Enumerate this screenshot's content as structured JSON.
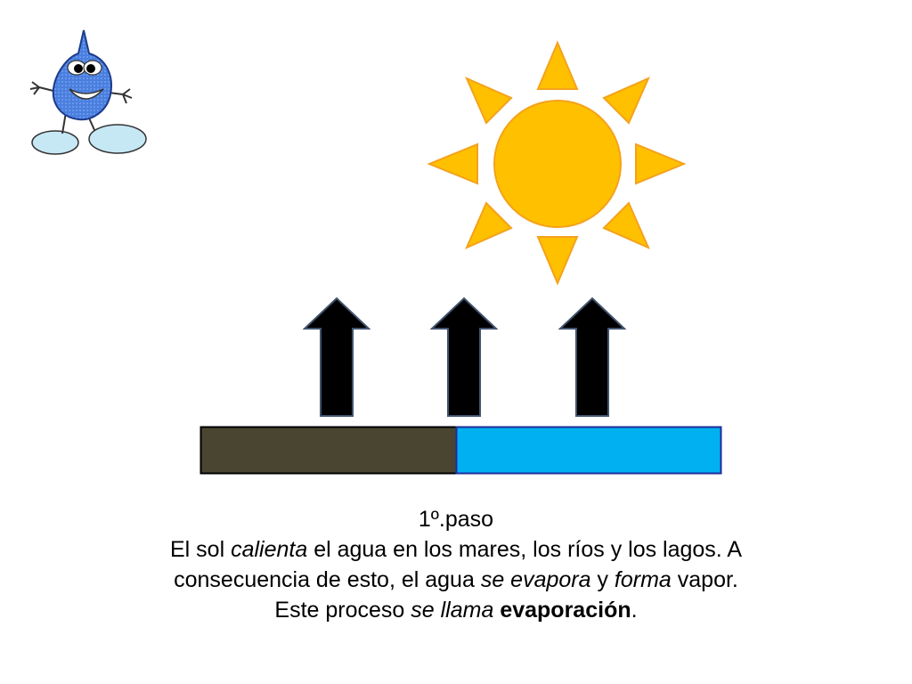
{
  "colors": {
    "sun_fill": "#FFC000",
    "sun_stroke": "#F4A21C",
    "land": "#4A4530",
    "water": "#00B0F0",
    "arrow_fill": "#000000",
    "arrow_outline": "#41546E",
    "mascot_body": "#4A7FE0",
    "mascot_feet": "#C6E8F5"
  },
  "icons": {
    "mascot": "water-drop-mascot-icon",
    "sun": "sun-icon",
    "arrow": "up-arrow-icon"
  },
  "caption": {
    "step": "1º.paso",
    "line1": {
      "part1": "El sol ",
      "verb": "calienta",
      "part2": " el agua en los mares, los ríos y los lagos.  A"
    },
    "line2": {
      "part1": "consecuencia de esto, el agua ",
      "verb1": "se evapora",
      "part2": " y ",
      "verb2": "forma",
      "part3": " vapor."
    },
    "line3": {
      "part1": "Este proceso ",
      "verb": "se llama",
      "part2": " ",
      "term": "evaporación",
      "part3": "."
    }
  }
}
